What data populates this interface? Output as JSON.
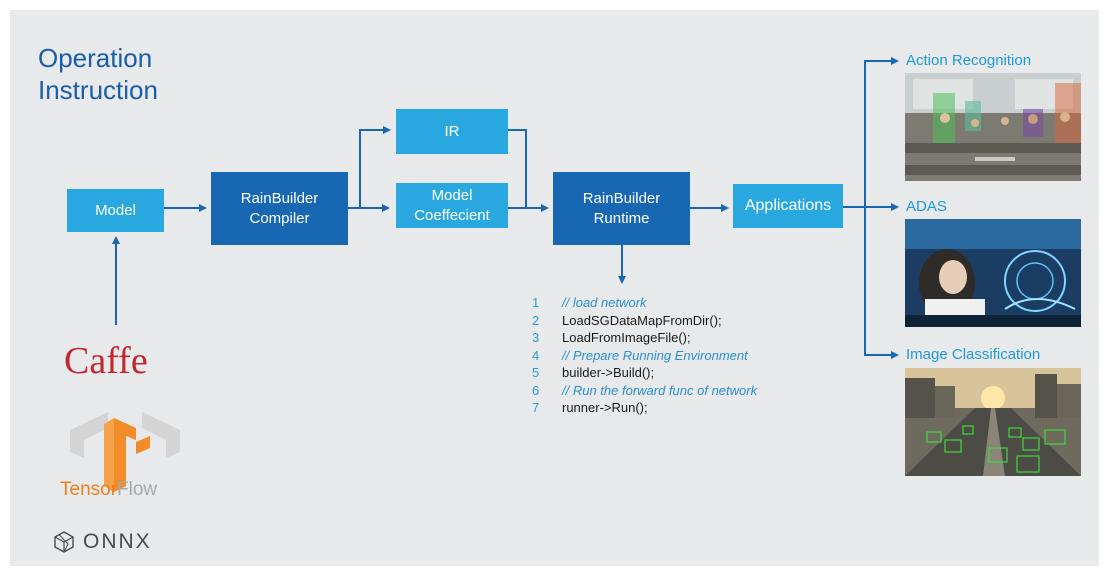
{
  "title": {
    "line1": "Operation",
    "line2": "Instruction"
  },
  "nodes": {
    "model": "Model",
    "compiler": "RainBuilder\nCompiler",
    "ir": "IR",
    "coefficient": "Model\nCoeffecient",
    "runtime": "RainBuilder\nRuntime",
    "applications": "Applications"
  },
  "applications": [
    {
      "label": "Action Recognition",
      "image": "classroom-photo"
    },
    {
      "label": "ADAS",
      "image": "autonomous-car-interior-photo"
    },
    {
      "label": "Image Classification",
      "image": "highway-traffic-photo"
    }
  ],
  "code": [
    {
      "n": "1",
      "text": "// load network",
      "comment": true
    },
    {
      "n": "2",
      "text": "LoadSGDataMapFromDir();",
      "comment": false
    },
    {
      "n": "3",
      "text": "LoadFromImageFile();",
      "comment": false
    },
    {
      "n": "4",
      "text": "// Prepare Running Environment",
      "comment": true
    },
    {
      "n": "5",
      "text": "builder->Build();",
      "comment": false
    },
    {
      "n": "6",
      "text": "// Run the forward func of network",
      "comment": true
    },
    {
      "n": "7",
      "text": "runner->Run();",
      "comment": false
    }
  ],
  "frameworks": {
    "caffe": "Caffe",
    "tensorflow_part1": "Tensor",
    "tensorflow_part2": "Flow",
    "onnx": "ONNX"
  },
  "colors": {
    "background": "#e8e9ea",
    "light_box": "#29a8df",
    "dark_box": "#1767b3",
    "arrow": "#1767b3",
    "label": "#1e9bd6",
    "caffe": "#c0282d",
    "tensorflow_orange": "#ef7e1f"
  }
}
